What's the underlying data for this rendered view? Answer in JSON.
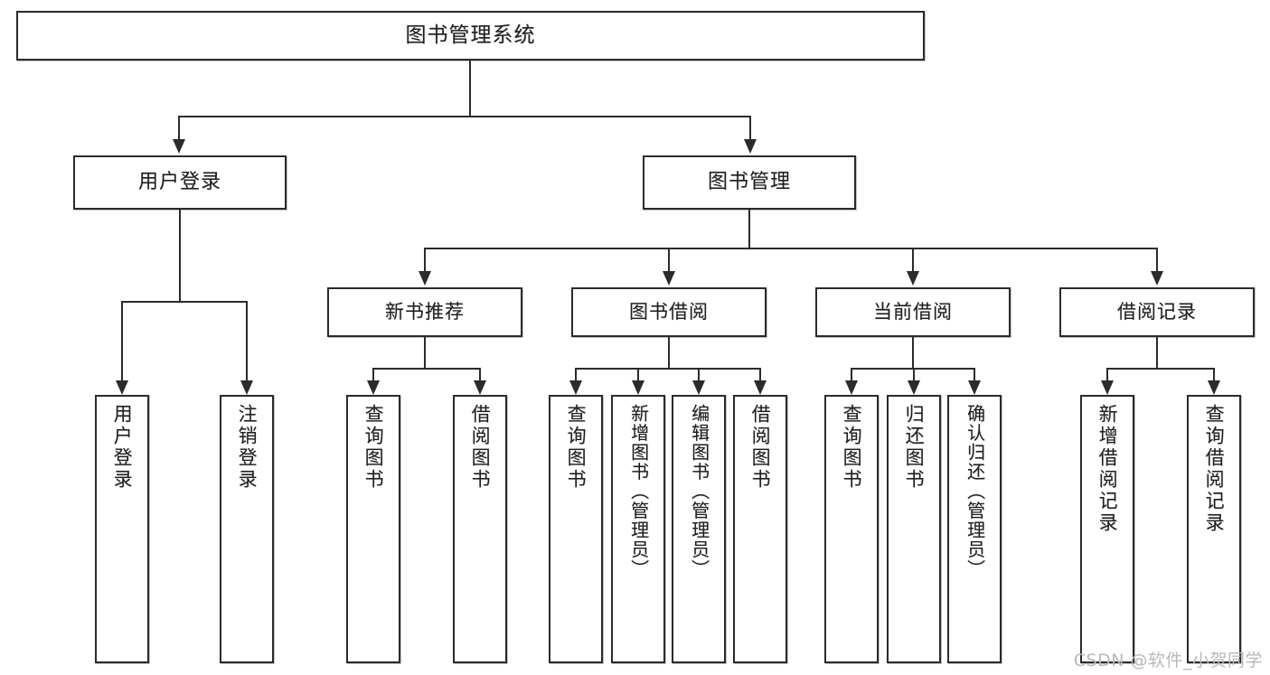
{
  "diagram": {
    "type": "tree",
    "title": "图书管理系统",
    "orientation": "top-down",
    "colors": {
      "border": "#2b2b2b",
      "background": "#ffffff",
      "text": "#1f1f1f",
      "watermark": "#b9b9b9"
    }
  },
  "root": {
    "label": "图书管理系统"
  },
  "level1": [
    {
      "label": "用户登录"
    },
    {
      "label": "图书管理"
    }
  ],
  "level2": [
    {
      "label": "新书推荐"
    },
    {
      "label": "图书借阅"
    },
    {
      "label": "当前借阅"
    },
    {
      "label": "借阅记录"
    }
  ],
  "leaves": {
    "user_login": [
      {
        "label": "用户登录"
      },
      {
        "label": "注销登录"
      }
    ],
    "new_book_recommend": [
      {
        "label": "查询图书"
      },
      {
        "label": "借阅图书"
      }
    ],
    "book_borrow": [
      {
        "label": "查询图书"
      },
      {
        "label": "新增图书（管理员）"
      },
      {
        "label": "编辑图书（管理员）"
      },
      {
        "label": "借阅图书"
      }
    ],
    "current_borrow": [
      {
        "label": "查询图书"
      },
      {
        "label": "归还图书"
      },
      {
        "label": "确认归还（管理员）"
      }
    ],
    "borrow_record": [
      {
        "label": "新增借阅记录"
      },
      {
        "label": "查询借阅记录"
      }
    ]
  },
  "watermark": {
    "text": "CSDN @软件_小贺同学"
  }
}
